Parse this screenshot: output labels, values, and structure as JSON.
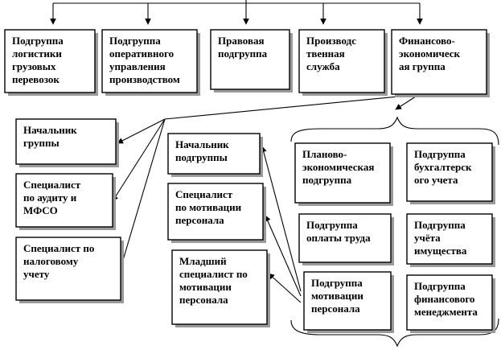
{
  "top_groups": [
    [
      "Подгруппа",
      "логистики",
      "грузовых",
      "перевозок"
    ],
    [
      "Подгруппа",
      "оперативного",
      "управления",
      "производством"
    ],
    [
      "Правовая",
      "подгруппа"
    ],
    [
      "Производс",
      "твенная",
      "служба"
    ],
    [
      "Финансово-",
      "экономическ",
      "ая группа"
    ]
  ],
  "left_column": [
    [
      "Начальник",
      "группы"
    ],
    [
      "Специалист",
      "по аудиту и",
      "МФСО"
    ],
    [
      "Специалист по",
      "налоговому",
      "учету"
    ]
  ],
  "middle_column": [
    [
      "Начальник",
      "подгруппы"
    ],
    [
      "Специалист",
      "по мотивации",
      "персонала"
    ],
    [
      "Младший",
      "специалист по",
      "мотивации",
      "персонала"
    ]
  ],
  "subgroups": [
    [
      "Планово-",
      "экономическая",
      "подгруппа"
    ],
    [
      "Подгруппа",
      "бухгалтерск",
      "ого учета"
    ],
    [
      "Подгруппа",
      "оплаты труда"
    ],
    [
      "Подгруппа",
      "учёта",
      "имущества"
    ],
    [
      "Подгруппа",
      "мотивации",
      "персонала"
    ],
    [
      "Подгруппа",
      "финансового",
      "менеджмента"
    ]
  ]
}
